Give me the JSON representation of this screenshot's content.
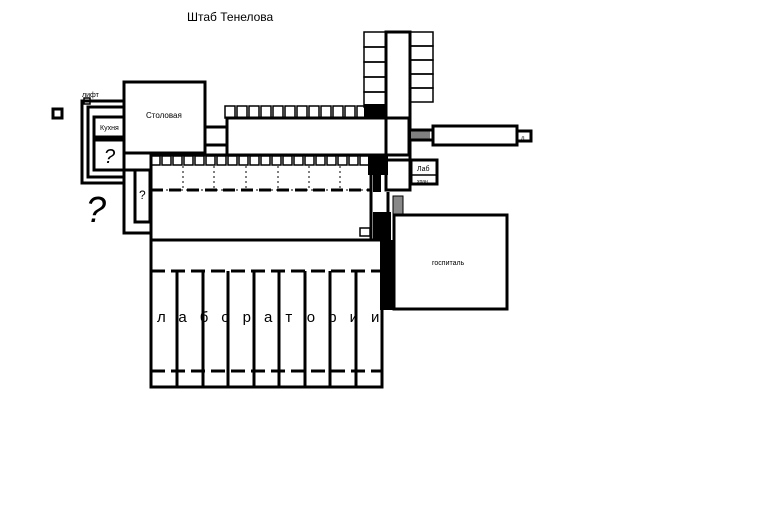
{
  "title": "Штаб Тенелова",
  "rooms": {
    "lift": "лифт",
    "kitchen": "Кухня",
    "dining": "Столовая",
    "lab": "Лаб",
    "storage": "хран",
    "hospital": "госпиталь",
    "small_l": "л"
  },
  "unknown_marks": [
    "?",
    "?",
    "?"
  ],
  "labs_letters": [
    "л",
    "а",
    "б",
    "о",
    "р",
    "а",
    "т",
    "о",
    "р",
    "и",
    "и"
  ]
}
